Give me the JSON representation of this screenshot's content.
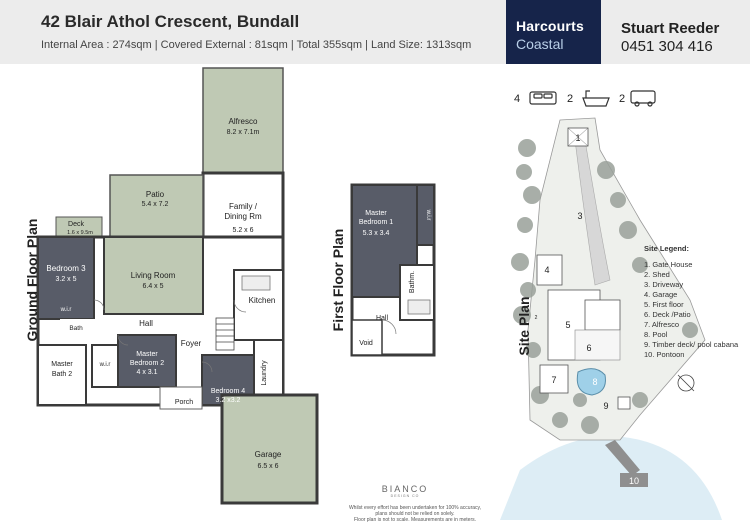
{
  "header": {
    "title": "42 Blair Athol Crescent, Bundall",
    "subtitle": "Internal Area : 274sqm | Covered External : 81sqm | Total 355sqm | Land Size: 1313sqm"
  },
  "brand": {
    "line1": "Harcourts",
    "line2": "Coastal"
  },
  "agent": {
    "name": "Stuart Reeder",
    "phone": "0451 304 416"
  },
  "plans": {
    "ground": "Ground Floor Plan",
    "first": "First Floor Plan",
    "site": "Site Plan"
  },
  "rooms": {
    "alfresco": {
      "name": "Alfresco",
      "size": "8.2 x 7.1m"
    },
    "patio": {
      "name": "Patio",
      "size": "5.4 x 7.2"
    },
    "family": {
      "name1": "Family /",
      "name2": "Dining Rm",
      "size": "5.2 x 6"
    },
    "deck": {
      "name": "Deck",
      "size": "1.6 x 9.5m"
    },
    "bed3": {
      "name": "Bedroom 3",
      "size": "3.2 x 5"
    },
    "living": {
      "name": "Living Room",
      "size": "6.4 x 5"
    },
    "kitchen": {
      "name": "Kitchen"
    },
    "wir_ground": "w.i.r",
    "bath": "Bath",
    "hall": "Hall",
    "foyer": "Foyer",
    "master_bath2": {
      "l1": "Master",
      "l2": "Bath 2"
    },
    "wir_master2": "w.i.r",
    "master_bed2": {
      "l1": "Master",
      "l2": "Bedroom 2",
      "size": "4 x 3.1"
    },
    "bed4": {
      "name": "Bedroom 4",
      "size": "3.2 x3.2"
    },
    "laundry": "Laundry",
    "porch": "Porch",
    "garage": {
      "name": "Garage",
      "size": "6.5 x 6"
    },
    "master_bed1": {
      "l1": "Master",
      "l2": "Bedroom 1",
      "size": "5.3 x 3.4"
    },
    "wir_first": "w.i.r",
    "bathm": "Bathm.",
    "hall_first": "Hall",
    "void": "Void"
  },
  "features": [
    {
      "count": "4",
      "icon": "bed-icon"
    },
    {
      "count": "2",
      "icon": "bath-icon"
    },
    {
      "count": "2",
      "icon": "car-icon"
    }
  ],
  "site_numbers": [
    "1",
    "2",
    "3",
    "4",
    "5",
    "6",
    "7",
    "8",
    "9",
    "10"
  ],
  "legend": {
    "title": "Site Legend:",
    "items": [
      "1.  Gate House",
      "2.  Shed",
      "3.  Driveway",
      "4.  Garage",
      "5.  First floor",
      "6.  Deck /Patio",
      "7.  Alfresco",
      "8.  Pool",
      "9.  Timber deck/ pool cabana",
      "10. Pontoon"
    ]
  },
  "designer": {
    "name": "BIANCO",
    "sub": "DESIGN CO"
  },
  "disclaimer": {
    "l1": "Whilst every effort has been undertaken  for 100% accuracy,",
    "l2": "plans should not be relied on solely.",
    "l3": "Floor plan is not to scale. Measurements are in meters."
  },
  "colors": {
    "header_bg": "#ececec",
    "brand_bg": "#16244a",
    "green_room": "#bfc9b4",
    "dark_room": "#585c68",
    "wall": "#3a3a3a"
  }
}
